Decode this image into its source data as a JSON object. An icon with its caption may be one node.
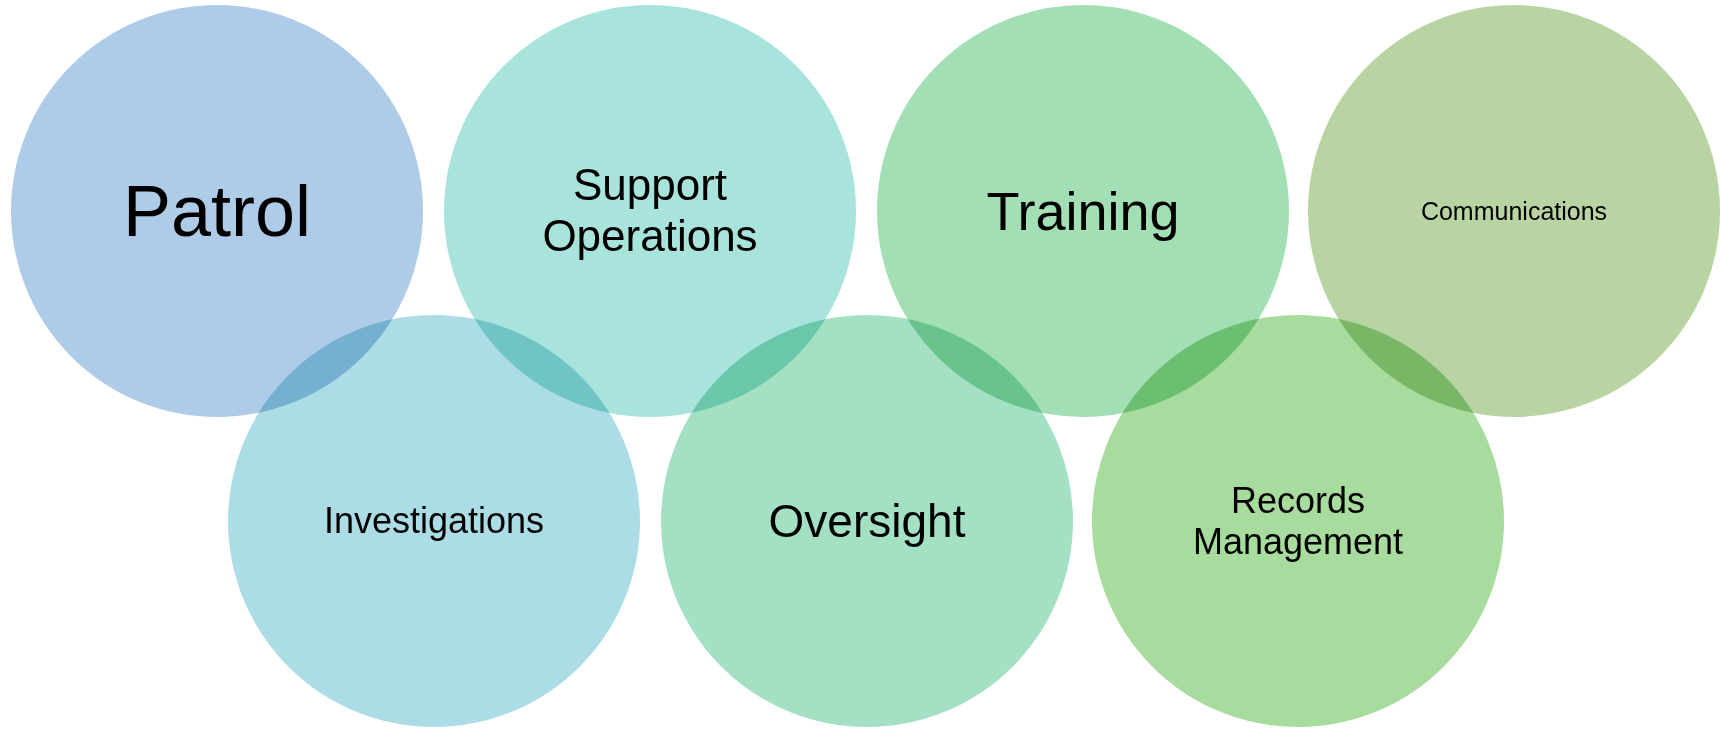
{
  "diagram": {
    "nodes": [
      {
        "text": [
          "Patrol"
        ]
      },
      {
        "text": [
          "Support Operations"
        ]
      },
      {
        "text": [
          "Training"
        ]
      },
      {
        "text": [
          "Communications"
        ]
      },
      {
        "text": [
          "Investigations"
        ]
      },
      {
        "text": [
          "Oversight"
        ]
      },
      {
        "text": [
          "Records Management"
        ]
      }
    ],
    "edges": []
  }
}
